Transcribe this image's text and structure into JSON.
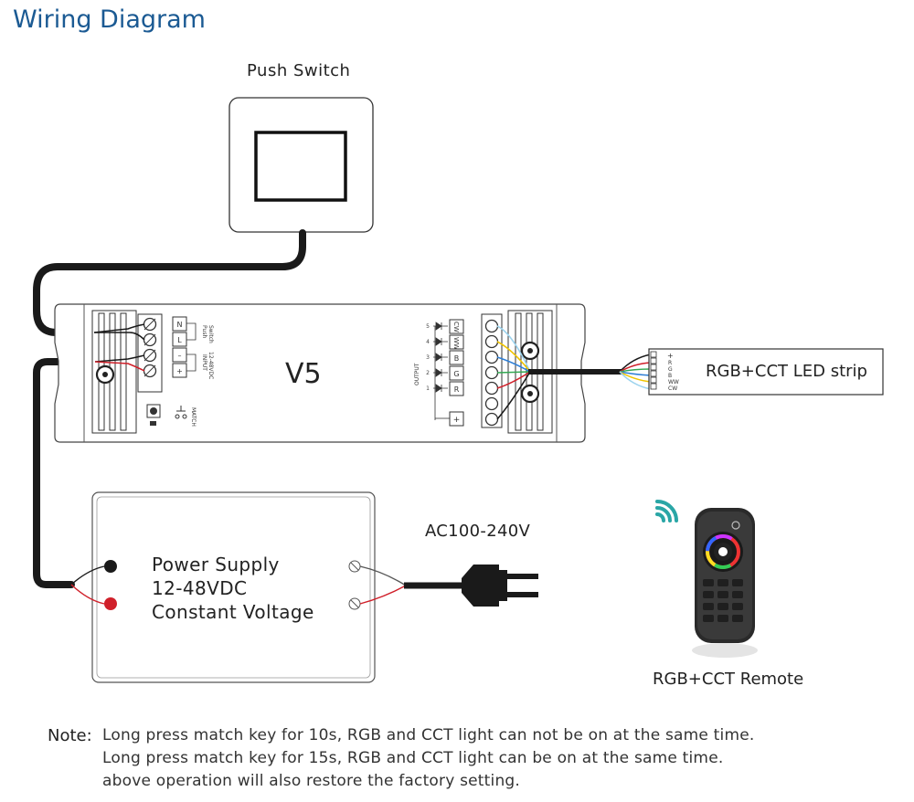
{
  "title": "Wiring Diagram",
  "push_switch": {
    "label": "Push Switch"
  },
  "controller": {
    "model": "V5",
    "input_terminals": [
      "N",
      "L",
      "–",
      "+"
    ],
    "input_text_1": "Push",
    "input_text_2": "Switch",
    "input_text_3": "INPUT",
    "input_text_4": "12-48VDC",
    "match_text": "MATCH",
    "output_text": "OUTPUT",
    "output_terminals": [
      "CW",
      "WW",
      "B",
      "G",
      "R",
      "+"
    ],
    "output_numbers": [
      "5",
      "4",
      "3",
      "2",
      "1"
    ]
  },
  "led_strip": {
    "label": "RGB+CCT LED strip",
    "pins": [
      "+",
      "R",
      "G",
      "B",
      "WW",
      "CW"
    ]
  },
  "power_supply": {
    "line1": "Power Supply",
    "line2": "12-48VDC",
    "line3": "Constant Voltage"
  },
  "ac_input": {
    "label": "AC100-240V"
  },
  "remote": {
    "label": "RGB+CCT Remote"
  },
  "note": {
    "heading": "Note:",
    "lines": [
      "Long press match key for 10s, RGB and CCT light can not be on at the same time.",
      "Long press match key for 15s, RGB and CCT light can be on at the same time.",
      "above operation will also restore the factory setting."
    ]
  },
  "colors": {
    "title": "#1b5a93",
    "wire_black": "#1a1a1a",
    "wire_red": "#d0202a",
    "wire_green": "#33a852",
    "wire_blue": "#2f7fd6",
    "wire_yellow": "#f0c400",
    "wire_light_blue": "#9cd3ee",
    "wifi_icon": "#2aa6a6"
  }
}
